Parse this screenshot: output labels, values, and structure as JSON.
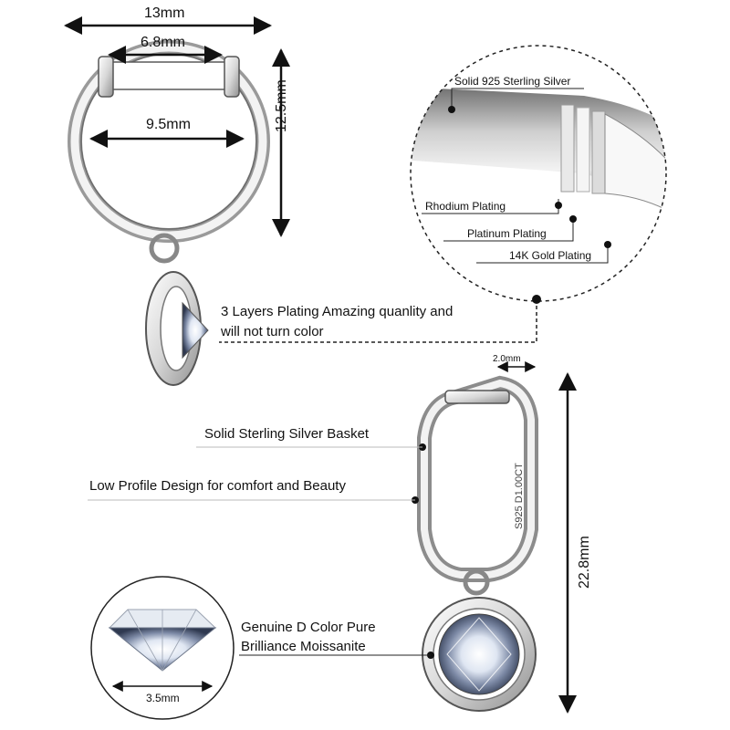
{
  "dimensions": {
    "hoop_width": "13mm",
    "hinge_length": "6.8mm",
    "inner_diameter": "9.5mm",
    "hoop_height": "12.5mm",
    "band_width": "2.0mm",
    "total_length": "22.8mm",
    "stone_diameter": "3.5mm"
  },
  "callouts": {
    "sterling_silver": "Solid 925 Sterling Silver",
    "rhodium": "Rhodium Plating",
    "platinum": "Platinum Plating",
    "gold": "14K Gold Plating",
    "plating_note_line1": "3 Layers Plating Amazing quanlity and",
    "plating_note_line2": "will not turn color",
    "basket": "Solid Sterling Silver Basket",
    "low_profile": "Low Profile Design for comfort and Beauty",
    "moissanite_line1": "Genuine D Color Pure",
    "moissanite_line2": "Brilliance Moissanite"
  },
  "engraving": "S925 D1.00CT",
  "colors": {
    "metal_light": "#f4f4f4",
    "metal_dark": "#8a8a8a",
    "line": "#222222"
  }
}
